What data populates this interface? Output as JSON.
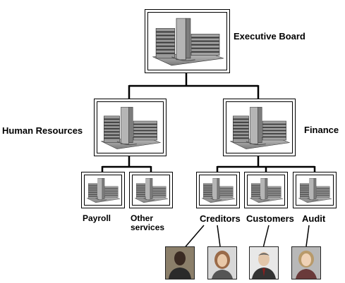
{
  "org_chart": {
    "nodes": [
      {
        "id": "executive-board",
        "label": "Executive Board",
        "icon": "office-building-icon"
      },
      {
        "id": "human-resources",
        "label": "Human Resources",
        "icon": "office-building-icon"
      },
      {
        "id": "finance",
        "label": "Finance",
        "icon": "office-building-icon"
      },
      {
        "id": "payroll",
        "label": "Payroll",
        "icon": "office-building-icon"
      },
      {
        "id": "other-services",
        "label": "Other\nservices",
        "icon": "office-building-icon"
      },
      {
        "id": "creditors",
        "label": "Creditors",
        "icon": "office-building-icon"
      },
      {
        "id": "customers",
        "label": "Customers",
        "icon": "office-building-icon"
      },
      {
        "id": "audit",
        "label": "Audit",
        "icon": "office-building-icon"
      }
    ],
    "edges": [
      [
        "executive-board",
        "human-resources"
      ],
      [
        "executive-board",
        "finance"
      ],
      [
        "human-resources",
        "payroll"
      ],
      [
        "human-resources",
        "other-services"
      ],
      [
        "finance",
        "creditors"
      ],
      [
        "finance",
        "customers"
      ],
      [
        "finance",
        "audit"
      ]
    ],
    "photos": [
      {
        "id": "photo-1",
        "icon": "person-photo-icon",
        "tone": "#3a2a22"
      },
      {
        "id": "photo-2",
        "icon": "person-photo-icon",
        "tone": "#9a6a48"
      },
      {
        "id": "photo-3",
        "icon": "person-photo-icon",
        "tone": "#5a5a5a"
      },
      {
        "id": "photo-4",
        "icon": "person-photo-icon",
        "tone": "#b89a6a"
      }
    ]
  }
}
